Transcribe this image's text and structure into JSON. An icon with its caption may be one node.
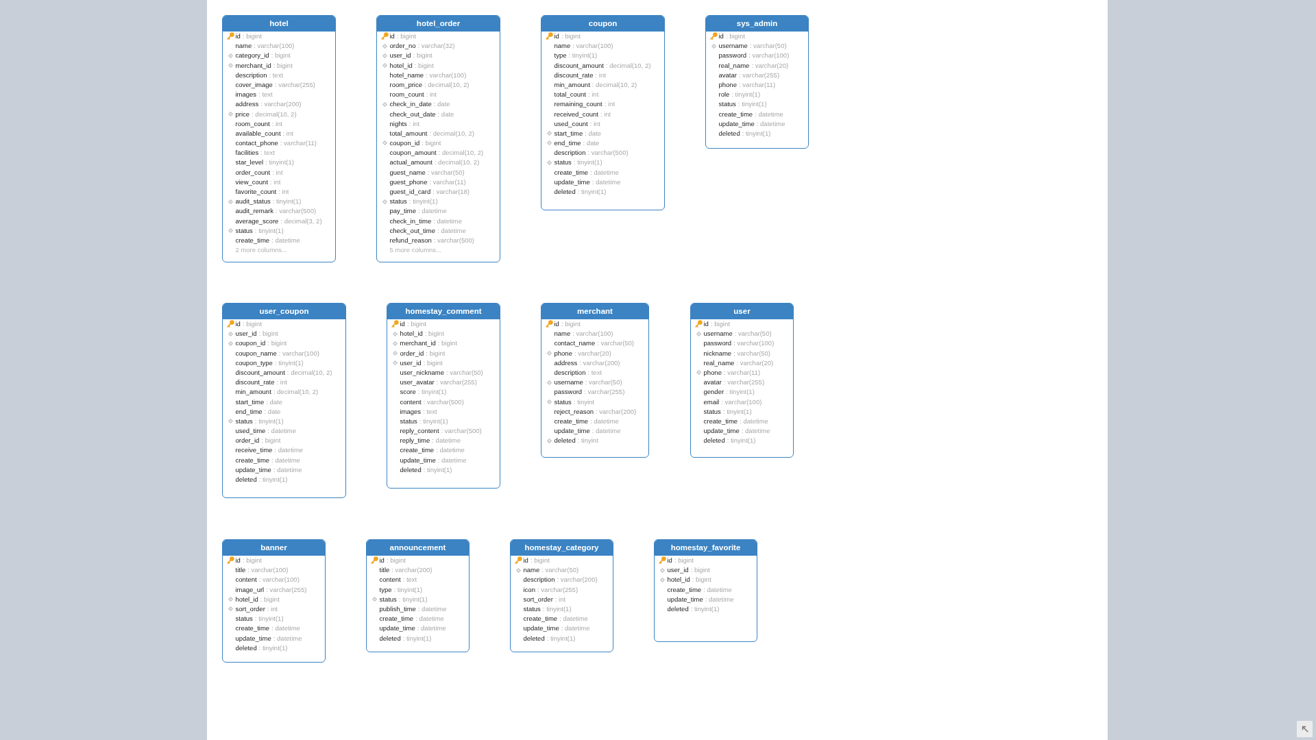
{
  "diagram": {
    "nodes": [
      {
        "text": [
          "hotel"
        ]
      },
      {
        "text": [
          "id",
          ": bigint"
        ],
        "in": 0
      },
      {
        "text": [
          "name",
          ": varchar(100)"
        ],
        "in": 0
      },
      {
        "text": [
          "category_id",
          ": bigint"
        ],
        "in": 0
      },
      {
        "text": [
          "merchant_id",
          ": bigint"
        ],
        "in": 0
      },
      {
        "text": [
          "description",
          ": text"
        ],
        "in": 0
      },
      {
        "text": [
          "cover_image",
          ": varchar(255)"
        ],
        "in": 0
      },
      {
        "text": [
          "images",
          ": text"
        ],
        "in": 0
      },
      {
        "text": [
          "address",
          ": varchar(200)"
        ],
        "in": 0
      },
      {
        "text": [
          "price",
          ": decimal(10, 2)"
        ],
        "in": 0
      },
      {
        "text": [
          "room_count",
          ": int"
        ],
        "in": 0
      },
      {
        "text": [
          "available_count",
          ": int"
        ],
        "in": 0
      },
      {
        "text": [
          "contact_phone",
          ": varchar(11)"
        ],
        "in": 0
      },
      {
        "text": [
          "facilities",
          ": text"
        ],
        "in": 0
      },
      {
        "text": [
          "star_level",
          ": tinyint(1)"
        ],
        "in": 0
      },
      {
        "text": [
          "order_count",
          ": int"
        ],
        "in": 0
      },
      {
        "text": [
          "view_count",
          ": int"
        ],
        "in": 0
      },
      {
        "text": [
          "favorite_count",
          ": int"
        ],
        "in": 0
      },
      {
        "text": [
          "audit_status",
          ": tinyint(1)"
        ],
        "in": 0
      },
      {
        "text": [
          "audit_remark",
          ": varchar(500)"
        ],
        "in": 0
      },
      {
        "text": [
          "average_score",
          ": decimal(3, 2)"
        ],
        "in": 0
      },
      {
        "text": [
          "status",
          ": tinyint(1)"
        ],
        "in": 0
      },
      {
        "text": [
          "create_time",
          ": datetime"
        ],
        "in": 0
      },
      {
        "text": [
          "2 more columns..."
        ],
        "in": 0
      },
      {
        "text": [
          "hotel_order"
        ]
      },
      {
        "text": [
          "id",
          ": bigint"
        ],
        "in": 24
      },
      {
        "text": [
          "order_no",
          ": varchar(32)"
        ],
        "in": 24
      },
      {
        "text": [
          "user_id",
          ": bigint"
        ],
        "in": 24
      },
      {
        "text": [
          "hotel_id",
          ": bigint"
        ],
        "in": 24
      },
      {
        "text": [
          "hotel_name",
          ": varchar(100)"
        ],
        "in": 24
      },
      {
        "text": [
          "room_price",
          ": decimal(10, 2)"
        ],
        "in": 24
      },
      {
        "text": [
          "room_count",
          ": int"
        ],
        "in": 24
      },
      {
        "text": [
          "check_in_date",
          ": date"
        ],
        "in": 24
      },
      {
        "text": [
          "check_out_date",
          ": date"
        ],
        "in": 24
      },
      {
        "text": [
          "nights",
          ": int"
        ],
        "in": 24
      },
      {
        "text": [
          "total_amount",
          ": decimal(10, 2)"
        ],
        "in": 24
      },
      {
        "text": [
          "coupon_id",
          ": bigint"
        ],
        "in": 24
      },
      {
        "text": [
          "coupon_amount",
          ": decimal(10, 2)"
        ],
        "in": 24
      },
      {
        "text": [
          "actual_amount",
          ": decimal(10, 2)"
        ],
        "in": 24
      },
      {
        "text": [
          "guest_name",
          ": varchar(50)"
        ],
        "in": 24
      },
      {
        "text": [
          "guest_phone",
          ": varchar(11)"
        ],
        "in": 24
      },
      {
        "text": [
          "guest_id_card",
          ": varchar(18)"
        ],
        "in": 24
      },
      {
        "text": [
          "status",
          ": tinyint(1)"
        ],
        "in": 24
      },
      {
        "text": [
          "pay_time",
          ": datetime"
        ],
        "in": 24
      },
      {
        "text": [
          "check_in_time",
          ": datetime"
        ],
        "in": 24
      },
      {
        "text": [
          "check_out_time",
          ": datetime"
        ],
        "in": 24
      },
      {
        "text": [
          "refund_reason",
          ": varchar(500)"
        ],
        "in": 24
      },
      {
        "text": [
          "5 more columns..."
        ],
        "in": 24
      },
      {
        "text": [
          "coupon"
        ]
      },
      {
        "text": [
          "id",
          ": bigint"
        ],
        "in": 48
      },
      {
        "text": [
          "name",
          ": varchar(100)"
        ],
        "in": 48
      },
      {
        "text": [
          "type",
          ": tinyint(1)"
        ],
        "in": 48
      },
      {
        "text": [
          "discount_amount",
          ": decimal(10, 2)"
        ],
        "in": 48
      },
      {
        "text": [
          "discount_rate",
          ": int"
        ],
        "in": 48
      },
      {
        "text": [
          "min_amount",
          ": decimal(10, 2)"
        ],
        "in": 48
      },
      {
        "text": [
          "total_count",
          ": int"
        ],
        "in": 48
      },
      {
        "text": [
          "remaining_count",
          ": int"
        ],
        "in": 48
      },
      {
        "text": [
          "received_count",
          ": int"
        ],
        "in": 48
      },
      {
        "text": [
          "used_count",
          ": int"
        ],
        "in": 48
      },
      {
        "text": [
          "start_time",
          ": date"
        ],
        "in": 48
      },
      {
        "text": [
          "end_time",
          ": date"
        ],
        "in": 48
      },
      {
        "text": [
          "description",
          ": varchar(500)"
        ],
        "in": 48
      },
      {
        "text": [
          "status",
          ": tinyint(1)"
        ],
        "in": 48
      },
      {
        "text": [
          "create_time",
          ": datetime"
        ],
        "in": 48
      },
      {
        "text": [
          "update_time",
          ": datetime"
        ],
        "in": 48
      },
      {
        "text": [
          "deleted",
          ": tinyint(1)"
        ],
        "in": 48
      },
      {
        "text": [
          "sys_admin"
        ]
      },
      {
        "text": [
          "id",
          ": bigint"
        ],
        "in": 66
      },
      {
        "text": [
          "username",
          ": varchar(50)"
        ],
        "in": 66
      },
      {
        "text": [
          "password",
          ": varchar(100)"
        ],
        "in": 66
      },
      {
        "text": [
          "real_name",
          ": varchar(20)"
        ],
        "in": 66
      },
      {
        "text": [
          "avatar",
          ": varchar(255)"
        ],
        "in": 66
      },
      {
        "text": [
          "phone",
          ": varchar(11)"
        ],
        "in": 66
      },
      {
        "text": [
          "role",
          ": tinyint(1)"
        ],
        "in": 66
      },
      {
        "text": [
          "status",
          ": tinyint(1)"
        ],
        "in": 66
      },
      {
        "text": [
          "create_time",
          ": datetime"
        ],
        "in": 66
      },
      {
        "text": [
          "update_time",
          ": datetime"
        ],
        "in": 66
      },
      {
        "text": [
          "deleted",
          ": tinyint(1)"
        ],
        "in": 66
      },
      {
        "text": [
          "user_coupon"
        ]
      },
      {
        "text": [
          "id",
          ": bigint"
        ],
        "in": 78
      },
      {
        "text": [
          "user_id",
          ": bigint"
        ],
        "in": 78
      },
      {
        "text": [
          "coupon_id",
          ": bigint"
        ],
        "in": 78
      },
      {
        "text": [
          "coupon_name",
          ": varchar(100)"
        ],
        "in": 78
      },
      {
        "text": [
          "coupon_type",
          ": tinyint(1)"
        ],
        "in": 78
      },
      {
        "text": [
          "discount_amount",
          ": decimal(10, 2)"
        ],
        "in": 78
      },
      {
        "text": [
          "discount_rate",
          ": int"
        ],
        "in": 78
      },
      {
        "text": [
          "min_amount",
          ": decimal(10, 2)"
        ],
        "in": 78
      },
      {
        "text": [
          "start_time",
          ": date"
        ],
        "in": 78
      },
      {
        "text": [
          "end_time",
          ": date"
        ],
        "in": 78
      },
      {
        "text": [
          "status",
          ": tinyint(1)"
        ],
        "in": 78
      },
      {
        "text": [
          "used_time",
          ": datetime"
        ],
        "in": 78
      },
      {
        "text": [
          "order_id",
          ": bigint"
        ],
        "in": 78
      },
      {
        "text": [
          "receive_time",
          ": datetime"
        ],
        "in": 78
      },
      {
        "text": [
          "create_time",
          ": datetime"
        ],
        "in": 78
      },
      {
        "text": [
          "update_time",
          ": datetime"
        ],
        "in": 78
      },
      {
        "text": [
          "deleted",
          ": tinyint(1)"
        ],
        "in": 78
      },
      {
        "text": [
          "homestay_comment"
        ]
      },
      {
        "text": [
          "id",
          ": bigint"
        ],
        "in": 96
      },
      {
        "text": [
          "hotel_id",
          ": bigint"
        ],
        "in": 96
      },
      {
        "text": [
          "merchant_id",
          ": bigint"
        ],
        "in": 96
      },
      {
        "text": [
          "order_id",
          ": bigint"
        ],
        "in": 96
      },
      {
        "text": [
          "user_id",
          ": bigint"
        ],
        "in": 96
      },
      {
        "text": [
          "user_nickname",
          ": varchar(50)"
        ],
        "in": 96
      },
      {
        "text": [
          "user_avatar",
          ": varchar(255)"
        ],
        "in": 96
      },
      {
        "text": [
          "score",
          ": tinyint(1)"
        ],
        "in": 96
      },
      {
        "text": [
          "content",
          ": varchar(500)"
        ],
        "in": 96
      },
      {
        "text": [
          "images",
          ": text"
        ],
        "in": 96
      },
      {
        "text": [
          "status",
          ": tinyint(1)"
        ],
        "in": 96
      },
      {
        "text": [
          "reply_content",
          ": varchar(500)"
        ],
        "in": 96
      },
      {
        "text": [
          "reply_time",
          ": datetime"
        ],
        "in": 96
      },
      {
        "text": [
          "create_time",
          ": datetime"
        ],
        "in": 96
      },
      {
        "text": [
          "update_time",
          ": datetime"
        ],
        "in": 96
      },
      {
        "text": [
          "deleted",
          ": tinyint(1)"
        ],
        "in": 96
      },
      {
        "text": [
          "merchant"
        ]
      },
      {
        "text": [
          "id",
          ": bigint"
        ],
        "in": 113
      },
      {
        "text": [
          "name",
          ": varchar(100)"
        ],
        "in": 113
      },
      {
        "text": [
          "contact_name",
          ": varchar(50)"
        ],
        "in": 113
      },
      {
        "text": [
          "phone",
          ": varchar(20)"
        ],
        "in": 113
      },
      {
        "text": [
          "address",
          ": varchar(200)"
        ],
        "in": 113
      },
      {
        "text": [
          "description",
          ": text"
        ],
        "in": 113
      },
      {
        "text": [
          "username",
          ": varchar(50)"
        ],
        "in": 113
      },
      {
        "text": [
          "password",
          ": varchar(255)"
        ],
        "in": 113
      },
      {
        "text": [
          "status",
          ": tinyint"
        ],
        "in": 113
      },
      {
        "text": [
          "reject_reason",
          ": varchar(200)"
        ],
        "in": 113
      },
      {
        "text": [
          "create_time",
          ": datetime"
        ],
        "in": 113
      },
      {
        "text": [
          "update_time",
          ": datetime"
        ],
        "in": 113
      },
      {
        "text": [
          "deleted",
          ": tinyint"
        ],
        "in": 113
      },
      {
        "text": [
          "user"
        ]
      },
      {
        "text": [
          "id",
          ": bigint"
        ],
        "in": 127
      },
      {
        "text": [
          "username",
          ": varchar(50)"
        ],
        "in": 127
      },
      {
        "text": [
          "password",
          ": varchar(100)"
        ],
        "in": 127
      },
      {
        "text": [
          "nickname",
          ": varchar(50)"
        ],
        "in": 127
      },
      {
        "text": [
          "real_name",
          ": varchar(20)"
        ],
        "in": 127
      },
      {
        "text": [
          "phone",
          ": varchar(11)"
        ],
        "in": 127
      },
      {
        "text": [
          "avatar",
          ": varchar(255)"
        ],
        "in": 127
      },
      {
        "text": [
          "gender",
          ": tinyint(1)"
        ],
        "in": 127
      },
      {
        "text": [
          "email",
          ": varchar(100)"
        ],
        "in": 127
      },
      {
        "text": [
          "status",
          ": tinyint(1)"
        ],
        "in": 127
      },
      {
        "text": [
          "create_time",
          ": datetime"
        ],
        "in": 127
      },
      {
        "text": [
          "update_time",
          ": datetime"
        ],
        "in": 127
      },
      {
        "text": [
          "deleted",
          ": tinyint(1)"
        ],
        "in": 127
      },
      {
        "text": [
          "banner"
        ]
      },
      {
        "text": [
          "id",
          ": bigint"
        ],
        "in": 141
      },
      {
        "text": [
          "title",
          ": varchar(100)"
        ],
        "in": 141
      },
      {
        "text": [
          "content",
          ": varchar(100)"
        ],
        "in": 141
      },
      {
        "text": [
          "image_url",
          ": varchar(255)"
        ],
        "in": 141
      },
      {
        "text": [
          "hotel_id",
          ": bigint"
        ],
        "in": 141
      },
      {
        "text": [
          "sort_order",
          ": int"
        ],
        "in": 141
      },
      {
        "text": [
          "status",
          ": tinyint(1)"
        ],
        "in": 141
      },
      {
        "text": [
          "create_time",
          ": datetime"
        ],
        "in": 141
      },
      {
        "text": [
          "update_time",
          ": datetime"
        ],
        "in": 141
      },
      {
        "text": [
          "deleted",
          ": tinyint(1)"
        ],
        "in": 141
      },
      {
        "text": [
          "announcement"
        ]
      },
      {
        "text": [
          "id",
          ": bigint"
        ],
        "in": 152
      },
      {
        "text": [
          "title",
          ": varchar(200)"
        ],
        "in": 152
      },
      {
        "text": [
          "content",
          ": text"
        ],
        "in": 152
      },
      {
        "text": [
          "type",
          ": tinyint(1)"
        ],
        "in": 152
      },
      {
        "text": [
          "status",
          ": tinyint(1)"
        ],
        "in": 152
      },
      {
        "text": [
          "publish_time",
          ": datetime"
        ],
        "in": 152
      },
      {
        "text": [
          "create_time",
          ": datetime"
        ],
        "in": 152
      },
      {
        "text": [
          "update_time",
          ": datetime"
        ],
        "in": 152
      },
      {
        "text": [
          "deleted",
          ": tinyint(1)"
        ],
        "in": 152
      },
      {
        "text": [
          "homestay_category"
        ]
      },
      {
        "text": [
          "id",
          ": bigint"
        ],
        "in": 162
      },
      {
        "text": [
          "name",
          ": varchar(50)"
        ],
        "in": 162
      },
      {
        "text": [
          "description",
          ": varchar(200)"
        ],
        "in": 162
      },
      {
        "text": [
          "icon",
          ": varchar(255)"
        ],
        "in": 162
      },
      {
        "text": [
          "sort_order",
          ": int"
        ],
        "in": 162
      },
      {
        "text": [
          "status",
          ": tinyint(1)"
        ],
        "in": 162
      },
      {
        "text": [
          "create_time",
          ": datetime"
        ],
        "in": 162
      },
      {
        "text": [
          "update_time",
          ": datetime"
        ],
        "in": 162
      },
      {
        "text": [
          "deleted",
          ": tinyint(1)"
        ],
        "in": 162
      },
      {
        "text": [
          "homestay_favorite"
        ]
      },
      {
        "text": [
          "id",
          ": bigint"
        ],
        "in": 172
      },
      {
        "text": [
          "user_id",
          ": bigint"
        ],
        "in": 172
      },
      {
        "text": [
          "hotel_id",
          ": bigint"
        ],
        "in": 172
      },
      {
        "text": [
          "create_time",
          ": datetime"
        ],
        "in": 172
      },
      {
        "text": [
          "update_time",
          ": datetime"
        ],
        "in": 172
      },
      {
        "text": [
          "deleted",
          ": tinyint(1)"
        ],
        "in": 172
      }
    ]
  }
}
